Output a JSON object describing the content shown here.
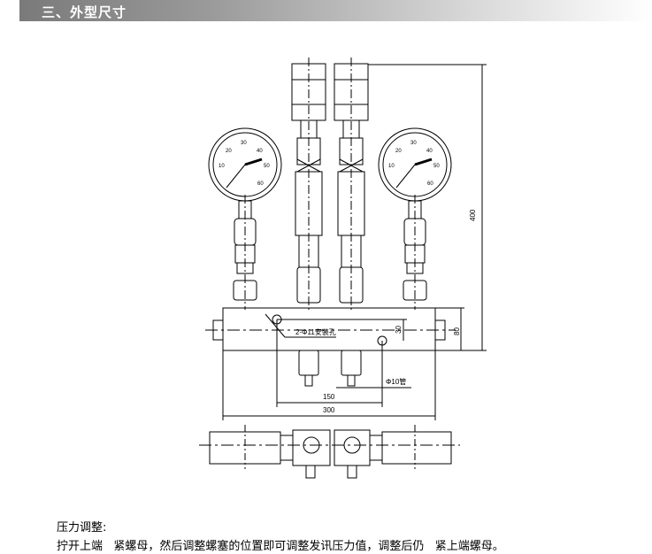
{
  "section_header": "三、外型尺寸",
  "drawing": {
    "gauge_scale": [
      "10",
      "20",
      "30",
      "40",
      "50",
      "60"
    ],
    "dim_height": "400",
    "dim_block_height": "80",
    "dim_hole_offset": "30",
    "dim_hole_spacing": "150",
    "dim_length": "300",
    "label_mount_holes": "2-Φ11安装孔",
    "label_pipe": "Φ10管"
  },
  "notes": {
    "title": "压力调整:",
    "body": "拧开上端   紧螺母，然后调整螺塞的位置即可调整发讯压力值，调整后仍   紧上端螺母。"
  }
}
